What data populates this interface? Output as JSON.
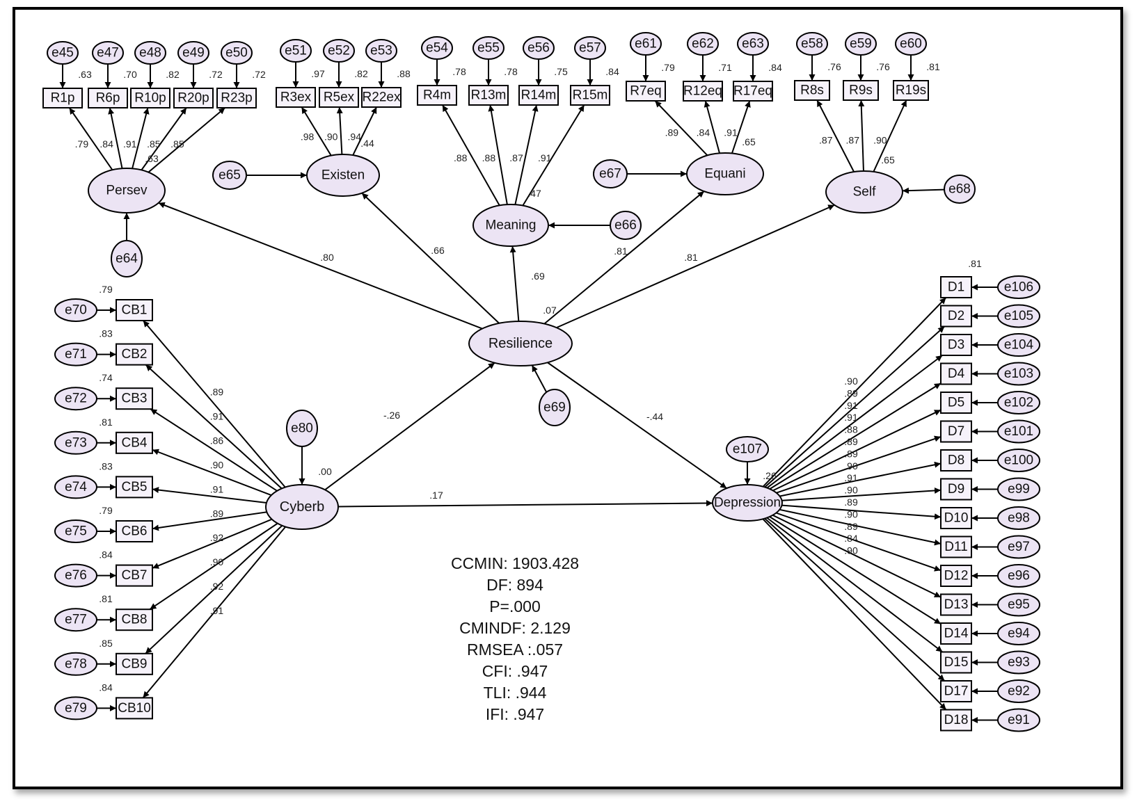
{
  "latents": {
    "persev": "Persev",
    "existen": "Existen",
    "meaning": "Meaning",
    "equani": "Equani",
    "self": "Self",
    "resilience": "Resilience",
    "cyberb": "Cyberb",
    "depression": "Depression"
  },
  "errors": {
    "e64": "e64",
    "e65": "e65",
    "e66": "e66",
    "e67": "e67",
    "e68": "e68",
    "e69": "e69",
    "e80": "e80",
    "e107": "e107"
  },
  "indicators": {
    "persev": [
      {
        "label": "R1p",
        "error": "e45",
        "loading": ".79",
        "r2": ".63"
      },
      {
        "label": "R6p",
        "error": "e47",
        "loading": ".84",
        "r2": ".70"
      },
      {
        "label": "R10p",
        "error": "e48",
        "loading": ".91",
        "r2": ".82"
      },
      {
        "label": "R20p",
        "error": "e49",
        "loading": ".85",
        "r2": ".72"
      },
      {
        "label": "R23p",
        "error": "e50",
        "loading": ".85",
        "r2": ".72"
      }
    ],
    "existen": [
      {
        "label": "R3ex",
        "error": "e51",
        "loading": ".98",
        "r2": ".97"
      },
      {
        "label": "R5ex",
        "error": "e52",
        "loading": ".90",
        "r2": ".82"
      },
      {
        "label": "R22ex",
        "error": "e53",
        "loading": ".94",
        "r2": ".88"
      }
    ],
    "meaning": [
      {
        "label": "R4m",
        "error": "e54",
        "loading": ".88",
        "r2": ".78"
      },
      {
        "label": "R13m",
        "error": "e55",
        "loading": ".88",
        "r2": ".78"
      },
      {
        "label": "R14m",
        "error": "e56",
        "loading": ".87",
        "r2": ".75"
      },
      {
        "label": "R15m",
        "error": "e57",
        "loading": ".91",
        "r2": ".84"
      }
    ],
    "equani": [
      {
        "label": "R7eq",
        "error": "e61",
        "loading": ".89",
        "r2": ".79"
      },
      {
        "label": "R12eq",
        "error": "e62",
        "loading": ".84",
        "r2": ".71"
      },
      {
        "label": "R17eq",
        "error": "e63",
        "loading": ".91",
        "r2": ".84"
      }
    ],
    "self": [
      {
        "label": "R8s",
        "error": "e58",
        "loading": ".87",
        "r2": ".76"
      },
      {
        "label": "R9s",
        "error": "e59",
        "loading": ".87",
        "r2": ".76"
      },
      {
        "label": "R19s",
        "error": "e60",
        "loading": ".90",
        "r2": ".81"
      }
    ],
    "cyberb": [
      {
        "label": "CB1",
        "error": "e70",
        "loading": ".89",
        "r2": ".79"
      },
      {
        "label": "CB2",
        "error": "e71",
        "loading": ".91",
        "r2": ".83"
      },
      {
        "label": "CB3",
        "error": "e72",
        "loading": ".86",
        "r2": ".74"
      },
      {
        "label": "CB4",
        "error": "e73",
        "loading": ".90",
        "r2": ".81"
      },
      {
        "label": "CB5",
        "error": "e74",
        "loading": ".91",
        "r2": ".83"
      },
      {
        "label": "CB6",
        "error": "e75",
        "loading": ".89",
        "r2": ".79"
      },
      {
        "label": "CB7",
        "error": "e76",
        "loading": ".92",
        "r2": ".84"
      },
      {
        "label": "CB8",
        "error": "e77",
        "loading": ".90",
        "r2": ".81"
      },
      {
        "label": "CB9",
        "error": "e78",
        "loading": ".92",
        "r2": ".85"
      },
      {
        "label": "CB10",
        "error": "e79",
        "loading": ".91",
        "r2": ".84"
      }
    ],
    "depression": [
      {
        "label": "D1",
        "error": "e106",
        "loading": ".90",
        "r2": ".81"
      },
      {
        "label": "D2",
        "error": "e105",
        "loading": ".89",
        "r2": ""
      },
      {
        "label": "D3",
        "error": "e104",
        "loading": ".91",
        "r2": ""
      },
      {
        "label": "D4",
        "error": "e103",
        "loading": ".91",
        "r2": ""
      },
      {
        "label": "D5",
        "error": "e102",
        "loading": ".88",
        "r2": ""
      },
      {
        "label": "D7",
        "error": "e101",
        "loading": ".89",
        "r2": ""
      },
      {
        "label": "D8",
        "error": "e100",
        "loading": ".89",
        "r2": ""
      },
      {
        "label": "D9",
        "error": "e99",
        "loading": ".90",
        "r2": ""
      },
      {
        "label": "D10",
        "error": "e98",
        "loading": ".91",
        "r2": ""
      },
      {
        "label": "D11",
        "error": "e97",
        "loading": ".90",
        "r2": ""
      },
      {
        "label": "D12",
        "error": "e96",
        "loading": ".89",
        "r2": ""
      },
      {
        "label": "D13",
        "error": "e95",
        "loading": ".90",
        "r2": ""
      },
      {
        "label": "D14",
        "error": "e94",
        "loading": ".89",
        "r2": ""
      },
      {
        "label": "D15",
        "error": "e93",
        "loading": ".84",
        "r2": ""
      },
      {
        "label": "D17",
        "error": "e92",
        "loading": ".90",
        "r2": ""
      },
      {
        "label": "D18",
        "error": "e91",
        "loading": "",
        "r2": ""
      }
    ]
  },
  "paths": {
    "res_persev": ".80",
    "res_existen": ".66",
    "res_meaning": ".69",
    "res_equani": ".81",
    "res_self": ".81",
    "cyb_res": "-.26",
    "res_dep": "-.44",
    "cyb_dep": ".17"
  },
  "r2_latent": {
    "persev": ".63",
    "existen": ".44",
    "meaning": ".47",
    "equani": ".65",
    "self": ".65",
    "resilience": ".07",
    "cyberb": ".00",
    "depression": ".26"
  },
  "fit": {
    "ccmin": "CCMIN: 1903.428",
    "df": "DF: 894",
    "p": "P=.000",
    "cmindf": "CMINDF: 2.129",
    "rmsea": "RMSEA :.057",
    "cfi": "CFI: .947",
    "tli": "TLI: .944",
    "ifi": "IFI: .947"
  }
}
